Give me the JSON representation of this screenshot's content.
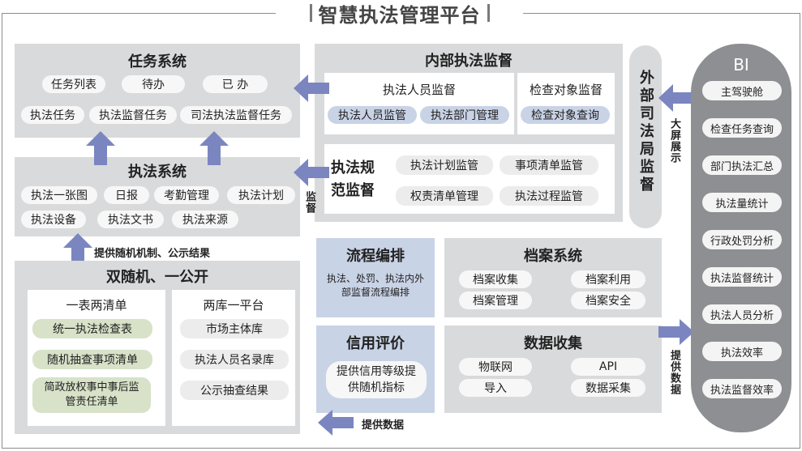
{
  "title": "智慧执法管理平台",
  "task_system": {
    "title": "任务系统",
    "items": [
      "任务列表",
      "待办",
      "已 办",
      "执法任务",
      "执法监督任务",
      "司法执法监督任务"
    ]
  },
  "enforcement_system": {
    "title": "执法系统",
    "items": [
      "执法一张图",
      "日报",
      "考勤管理",
      "执法计划",
      "执法设备",
      "执法文书",
      "执法来源"
    ]
  },
  "internal_supervision": {
    "title": "内部执法监督",
    "personnel": {
      "title": "执法人员监督",
      "items": [
        "执法人员监管",
        "执法部门管理"
      ]
    },
    "inspection_object": {
      "title": "检查对象监督",
      "items": [
        "检查对象查询"
      ]
    },
    "standard": {
      "title": "执法规范监督",
      "items": [
        "执法计划监管",
        "事项清单监管",
        "权责清单管理",
        "执法过程监管"
      ]
    }
  },
  "external": {
    "title": "外部司法局监督"
  },
  "labels": {
    "big_screen": "大屏展示",
    "supervise": "监督",
    "random_mechanism": "提供随机机制、公示结果",
    "provide_data_right": "提供数据",
    "provide_data_bottom": "提供数据"
  },
  "double_random": {
    "title": "双随机、一公开",
    "left": {
      "title": "一表两清单",
      "items": [
        "统一执法检查表",
        "随机抽查事项清单",
        "简政放权事中事后监管责任清单"
      ]
    },
    "right": {
      "title": "两库一平台",
      "items": [
        "市场主体库",
        "执法人员名录库",
        "公示抽查结果"
      ]
    }
  },
  "flow": {
    "title": "流程编排",
    "desc": "执法、处罚、执法内外部监督流程编排"
  },
  "archive": {
    "title": "档案系统",
    "items": [
      "档案收集",
      "档案利用",
      "档案管理",
      "档案安全"
    ]
  },
  "credit": {
    "title": "信用评价",
    "desc": "提供信用等级提供随机指标"
  },
  "data_collect": {
    "title": "数据收集",
    "items": [
      "物联网",
      "API",
      "导入",
      "数据采集"
    ]
  },
  "bi": {
    "title": "BI",
    "items": [
      "主驾驶舱",
      "检查任务查询",
      "部门执法汇总",
      "执法量统计",
      "行政处罚分析",
      "执法监督统计",
      "执法人员分析",
      "执法效率",
      "执法监督效率"
    ]
  },
  "colors": {
    "arrow": "#7b86c0",
    "panel": "#d9dadb",
    "blue": "#c9d3e6",
    "green": "#d7e2c8",
    "bi": "#8d8f92"
  }
}
